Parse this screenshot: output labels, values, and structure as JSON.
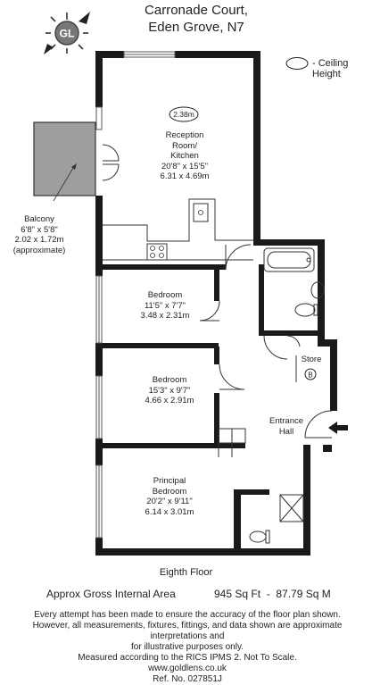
{
  "header": {
    "title_line1": "Carronade Court,",
    "title_line2": "Eden Grove, N7"
  },
  "logo": {
    "text": "GL",
    "icon": "compass-sun-icon"
  },
  "legend": {
    "label": "- Ceiling Height",
    "icon": "ellipse-outline-icon"
  },
  "rooms": {
    "reception": {
      "name_line1": "Reception",
      "name_line2": "Room/",
      "name_line3": "Kitchen",
      "imperial": "20'8\" x 15'5\"",
      "metric": "6.31 x 4.69m",
      "ceiling_height": "2.38m"
    },
    "balcony": {
      "name": "Balcony",
      "imperial": "6'8\" x 5'8\"",
      "metric": "2.02 x 1.72m",
      "note": "(approximate)"
    },
    "bedroom1": {
      "name": "Bedroom",
      "imperial": "11'5\" x 7'7\"",
      "metric": "3.48 x 2.31m"
    },
    "bedroom2": {
      "name": "Bedroom",
      "imperial": "15'3\" x 9'7\"",
      "metric": "4.66 x 2.91m"
    },
    "principal": {
      "name_line1": "Principal",
      "name_line2": "Bedroom",
      "imperial": "20'2\" x 9'11\"",
      "metric": "6.14 x 3.01m"
    },
    "store": {
      "name": "Store",
      "badge": "B"
    },
    "entrance": {
      "name_line1": "Entrance",
      "name_line2": "Hall"
    }
  },
  "footer": {
    "floor": "Eighth Floor",
    "area_label": "Approx Gross Internal Area",
    "area_value": "945 Sq Ft  -  87.79 Sq M",
    "disclaimer_line1": "Every attempt has been made to ensure the accuracy of the floor plan shown.",
    "disclaimer_line2": "However, all measurements, fixtures, fittings, and data shown are approximate interpretations and",
    "disclaimer_line3": "for illustrative purposes only.",
    "disclaimer_line4": "Measured according to the RICS IPMS 2. Not To Scale.",
    "website": "www.goldlens.co.uk",
    "reference": "Ref. No. 027851J"
  },
  "colors": {
    "wall": "#1a1a1a",
    "balcony_fill": "#9e9e9e",
    "line": "#333333"
  }
}
